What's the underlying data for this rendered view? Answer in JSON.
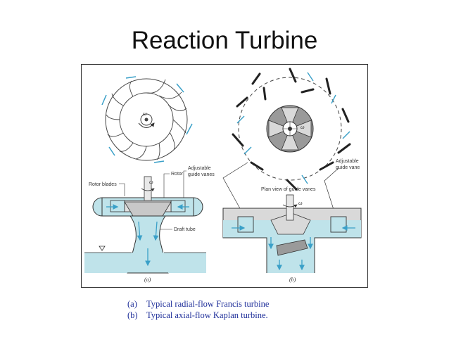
{
  "slide": {
    "title": "Reaction Turbine"
  },
  "figure": {
    "labels": {
      "omega": "ω",
      "rotor_blades": "Rotor blades",
      "rotor": "Rotor",
      "adjustable_guide_vanes_line1": "Adjustable",
      "adjustable_guide_vanes_line2": "guide vanes",
      "draft_tube": "Draft tube",
      "adjustable_guide_vane_line1": "Adjustable",
      "adjustable_guide_vane_line2": "guide vane",
      "plan_view": "Plan view of guide vanes",
      "panel_a": "(a)",
      "panel_b": "(b)"
    },
    "colors": {
      "water": "#bfe3ea",
      "water_arrow": "#3aa0c8",
      "casing": "#d9d9d9",
      "outline": "#333333",
      "vane": "#222222",
      "hub": "#9a9a9a"
    }
  },
  "captions": [
    {
      "tag": "(a)",
      "text": "Typical radial-flow Francis turbine"
    },
    {
      "tag": "(b)",
      "text": "Typical axial-flow Kaplan turbine."
    }
  ]
}
